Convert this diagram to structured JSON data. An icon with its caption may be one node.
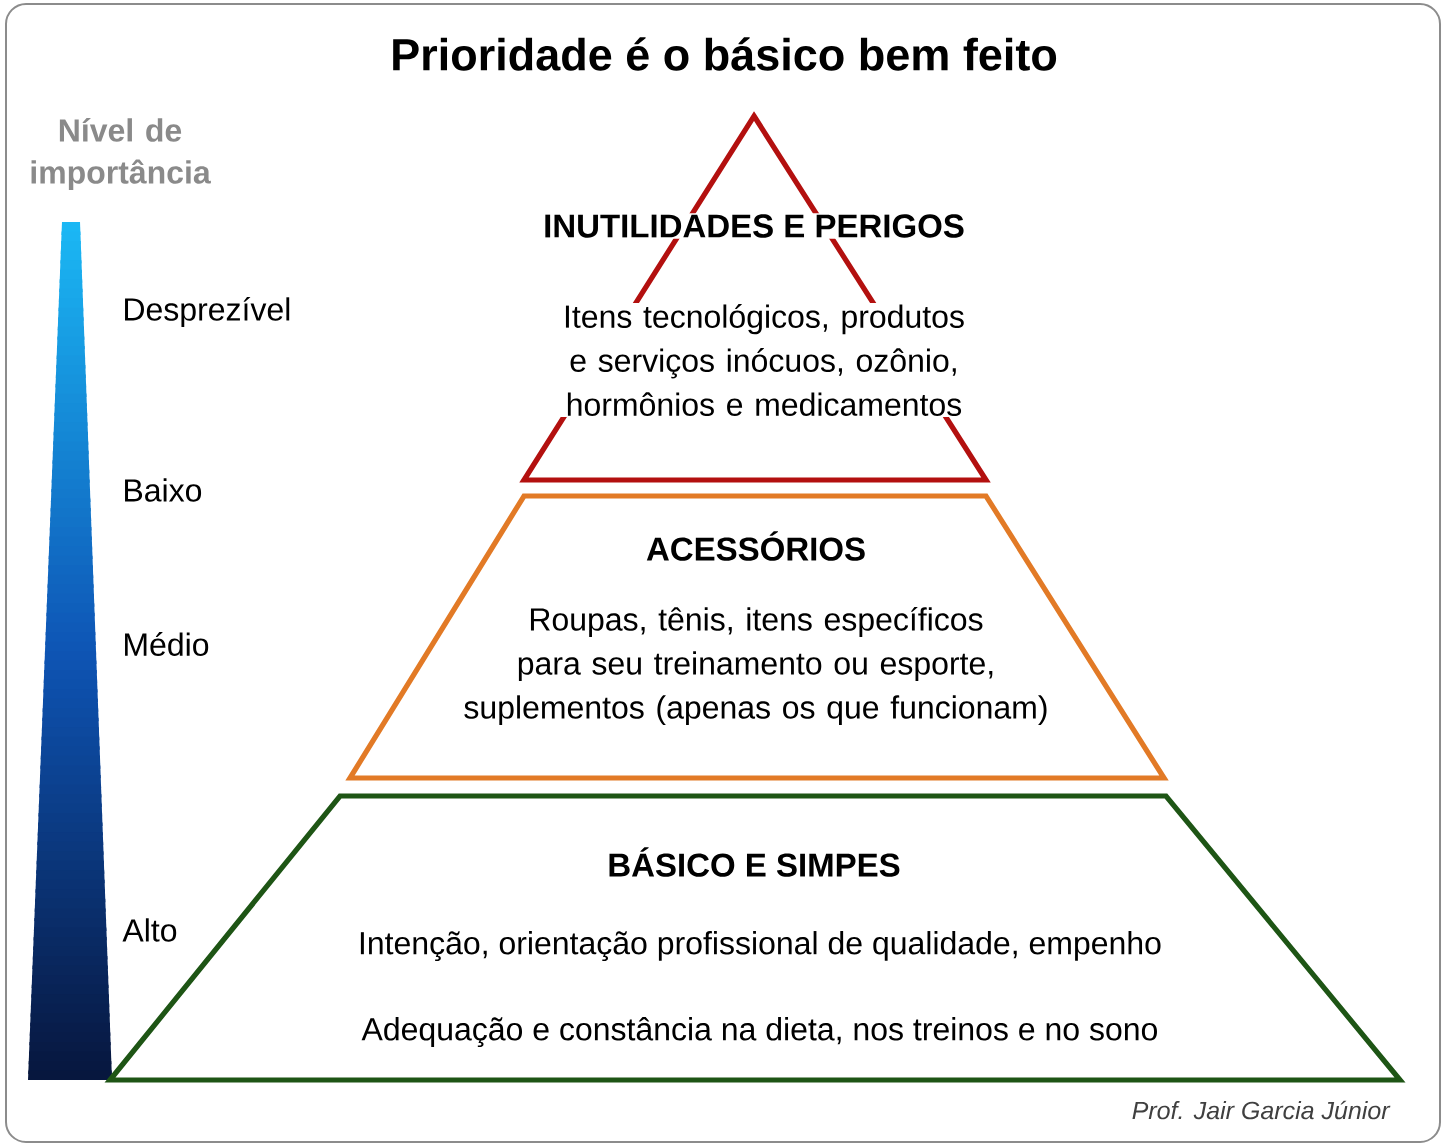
{
  "diagram": {
    "title": "Prioridade é o básico bem feito",
    "nodes": [
      {
        "text": [
          "INUTILIDADES E PERIGOS",
          "Itens tecnológicos, produtos e serviços inócuos, ozônio, hormônios e medicamentos"
        ]
      },
      {
        "text": [
          "ACESSÓRIOS",
          "Roupas, tênis, itens específicos para seu treinamento ou esporte, suplementos (apenas os que funcionam)"
        ]
      },
      {
        "text": [
          "BÁSICO E SIMPES",
          "Intenção, orientação profissional de qualidade, empenho",
          "Adequação e constância na dieta, nos treinos e no sono"
        ]
      }
    ],
    "labels": [
      "Nível de importância",
      "Desprezível",
      "Baixo",
      "Médio",
      "Alto",
      "Prof. Jair Garcia Júnior"
    ]
  }
}
